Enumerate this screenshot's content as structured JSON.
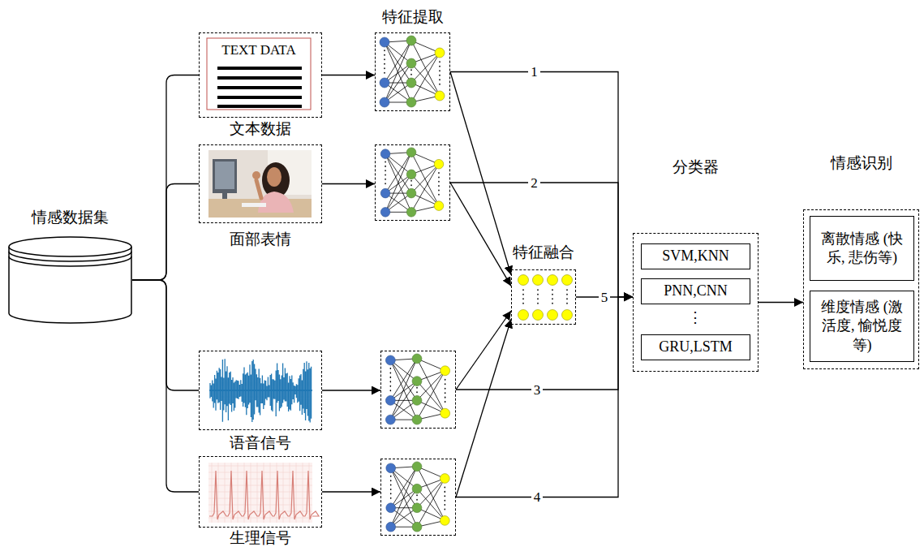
{
  "diagram": {
    "nodes": [
      {
        "text": [
          "情感数据集"
        ]
      },
      {
        "text": [
          "文本数据"
        ]
      },
      {
        "text": [
          "面部表情"
        ]
      },
      {
        "text": [
          "语音信号"
        ]
      },
      {
        "text": [
          "生理信号"
        ]
      },
      {
        "text": [
          "特征提取"
        ]
      },
      {
        "text": []
      },
      {
        "text": []
      },
      {
        "text": []
      },
      {
        "text": [
          "特征融合"
        ]
      },
      {
        "text": [
          "分类器"
        ]
      },
      {
        "text": [
          "SVM,KNN"
        ],
        "in": 10
      },
      {
        "text": [
          "PNN,CNN"
        ],
        "in": 10
      },
      {
        "text": [
          "GRU,LSTM"
        ],
        "in": 10
      },
      {
        "text": [
          "情感识别"
        ]
      },
      {
        "text": [
          "离散情感 (快乐, 悲伤等)"
        ],
        "in": 14
      },
      {
        "text": [
          "维度情感 (激活度, 愉悦度等)"
        ],
        "in": 14
      }
    ],
    "edges": [
      {
        "from": 0,
        "to": 1,
        "arrow": "none"
      },
      {
        "from": 0,
        "to": 2,
        "arrow": "none"
      },
      {
        "from": 0,
        "to": 3,
        "arrow": "none"
      },
      {
        "from": 0,
        "to": 4,
        "arrow": "none"
      },
      {
        "from": 1,
        "to": 5,
        "arrow": "to"
      },
      {
        "from": 2,
        "to": 6,
        "arrow": "to"
      },
      {
        "from": 3,
        "to": 7,
        "arrow": "to"
      },
      {
        "from": 4,
        "to": 8,
        "arrow": "to"
      },
      {
        "from": 5,
        "to": 10,
        "label": "1",
        "arrow": "to"
      },
      {
        "from": 6,
        "to": 10,
        "label": "2",
        "arrow": "to"
      },
      {
        "from": 7,
        "to": 10,
        "label": "3",
        "arrow": "to"
      },
      {
        "from": 8,
        "to": 10,
        "label": "4",
        "arrow": "to"
      },
      {
        "from": 5,
        "to": 9,
        "arrow": "to"
      },
      {
        "from": 6,
        "to": 9,
        "arrow": "to"
      },
      {
        "from": 7,
        "to": 9,
        "arrow": "to"
      },
      {
        "from": 8,
        "to": 9,
        "arrow": "to"
      },
      {
        "from": 9,
        "to": 10,
        "label": "5",
        "arrow": "to"
      },
      {
        "from": 10,
        "to": 14,
        "arrow": "to"
      }
    ],
    "labels": [
      "TEXT DATA",
      "⋮"
    ]
  }
}
